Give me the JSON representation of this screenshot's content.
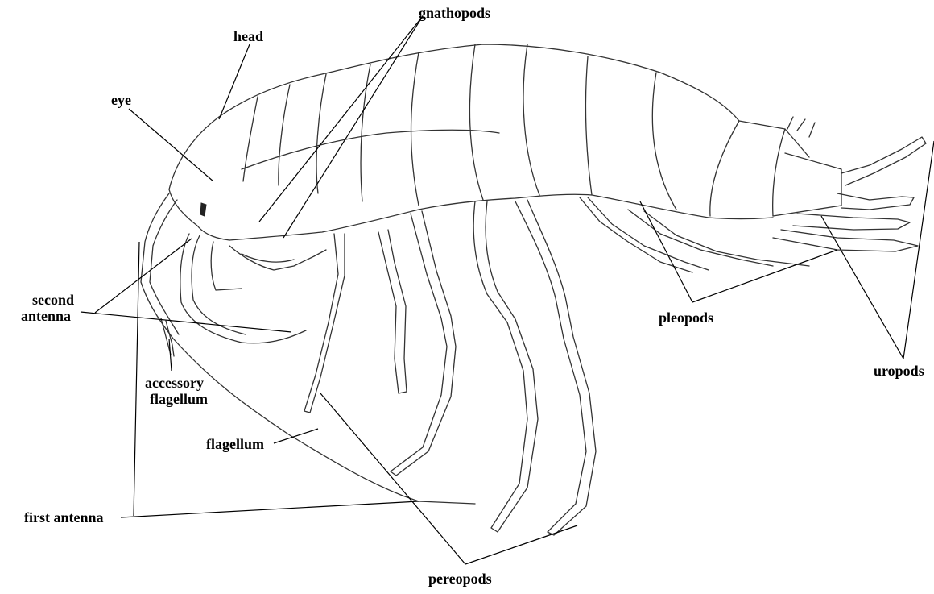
{
  "labels": {
    "head": "head",
    "gnathopods": "gnathopods",
    "eye": "eye",
    "second_antenna_1": "second",
    "second_antenna_2": "antenna",
    "accessory_flagellum_1": "accessory",
    "accessory_flagellum_2": "flagellum",
    "flagellum": "flagellum",
    "first_antenna": "first antenna",
    "pereopods": "pereopods",
    "pleopods": "pleopods",
    "uropods": "uropods"
  },
  "colors": {
    "ink": "#000000",
    "line": "#333333",
    "background": "#ffffff"
  }
}
